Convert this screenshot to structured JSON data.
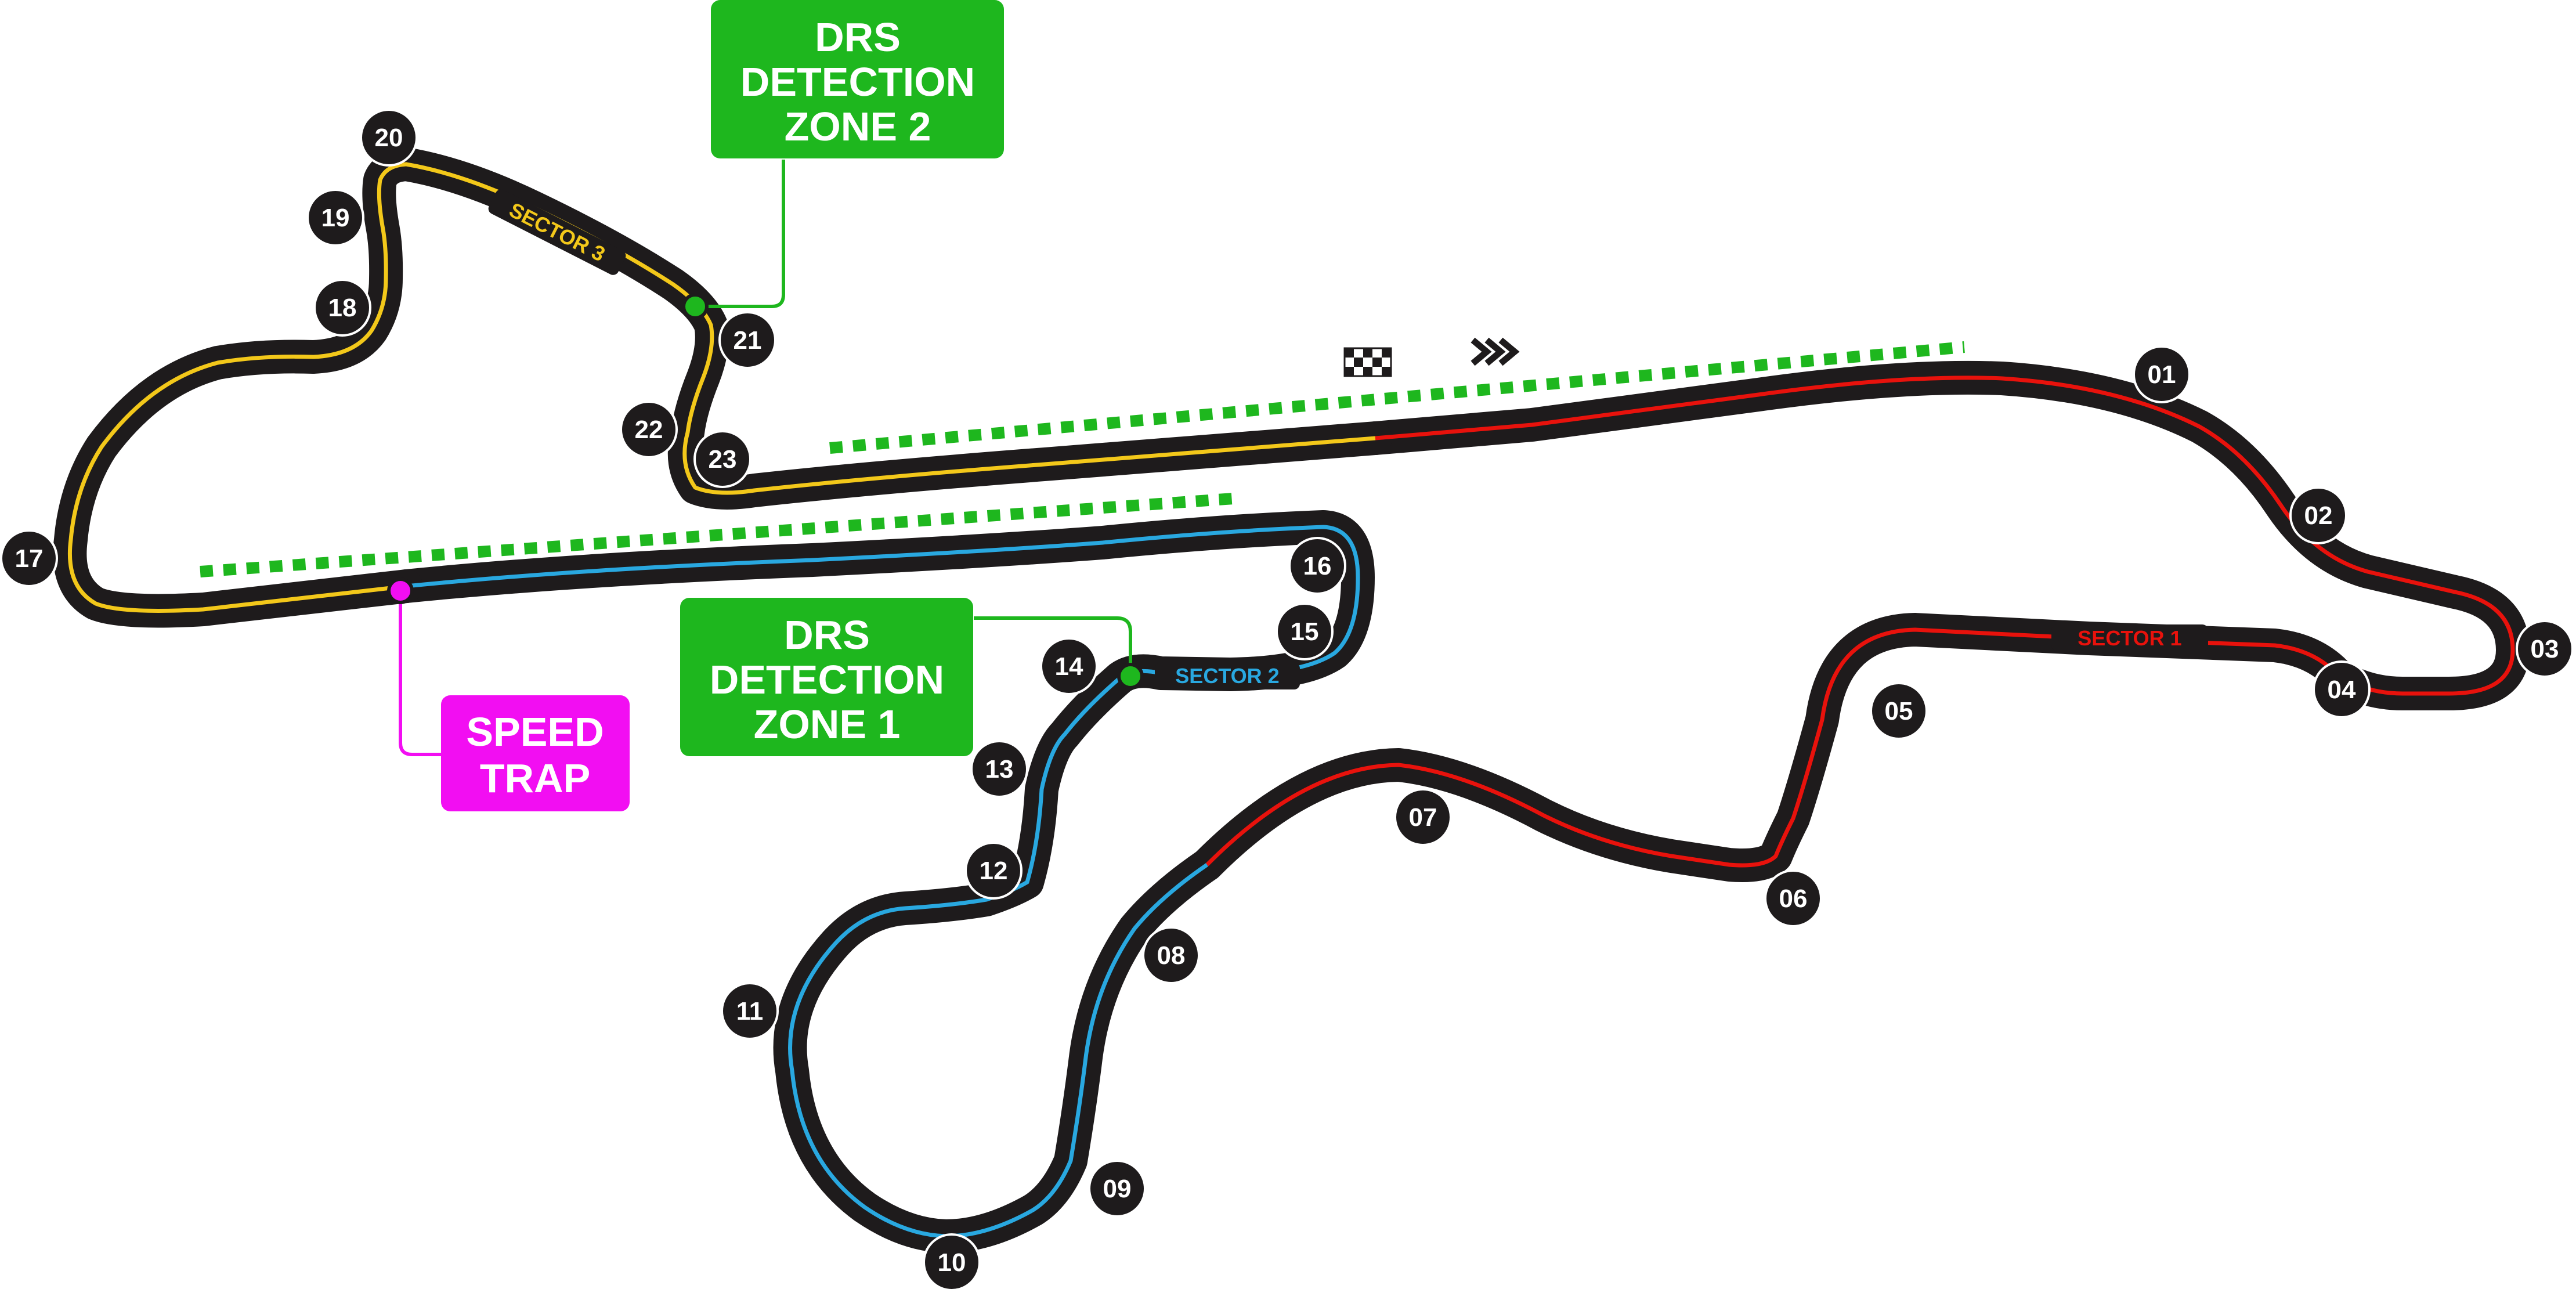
{
  "colors": {
    "track": "#1e1b1c",
    "sector1": "#e8120c",
    "sector2": "#29a8e0",
    "sector3": "#f3c81a",
    "drs": "#1eb71e",
    "speed_trap": "#f20ef2",
    "label_text": "#ffffff"
  },
  "corners": [
    "01",
    "02",
    "03",
    "04",
    "05",
    "06",
    "07",
    "08",
    "09",
    "10",
    "11",
    "12",
    "13",
    "14",
    "15",
    "16",
    "17",
    "18",
    "19",
    "20",
    "21",
    "22",
    "23"
  ],
  "sector_labels": {
    "sector1": "SECTOR 1",
    "sector2": "SECTOR 2",
    "sector3": "SECTOR 3"
  },
  "drs_zone_2": {
    "line1": "DRS",
    "line2": "DETECTION",
    "line3": "ZONE 2"
  },
  "drs_zone_1": {
    "line1": "DRS",
    "line2": "DETECTION",
    "line3": "ZONE 1"
  },
  "speed_trap": {
    "line1": "SPEED",
    "line2": "TRAP"
  },
  "icons": {
    "start_finish": "checkered-flag-icon",
    "direction": "direction-chevrons-icon"
  }
}
